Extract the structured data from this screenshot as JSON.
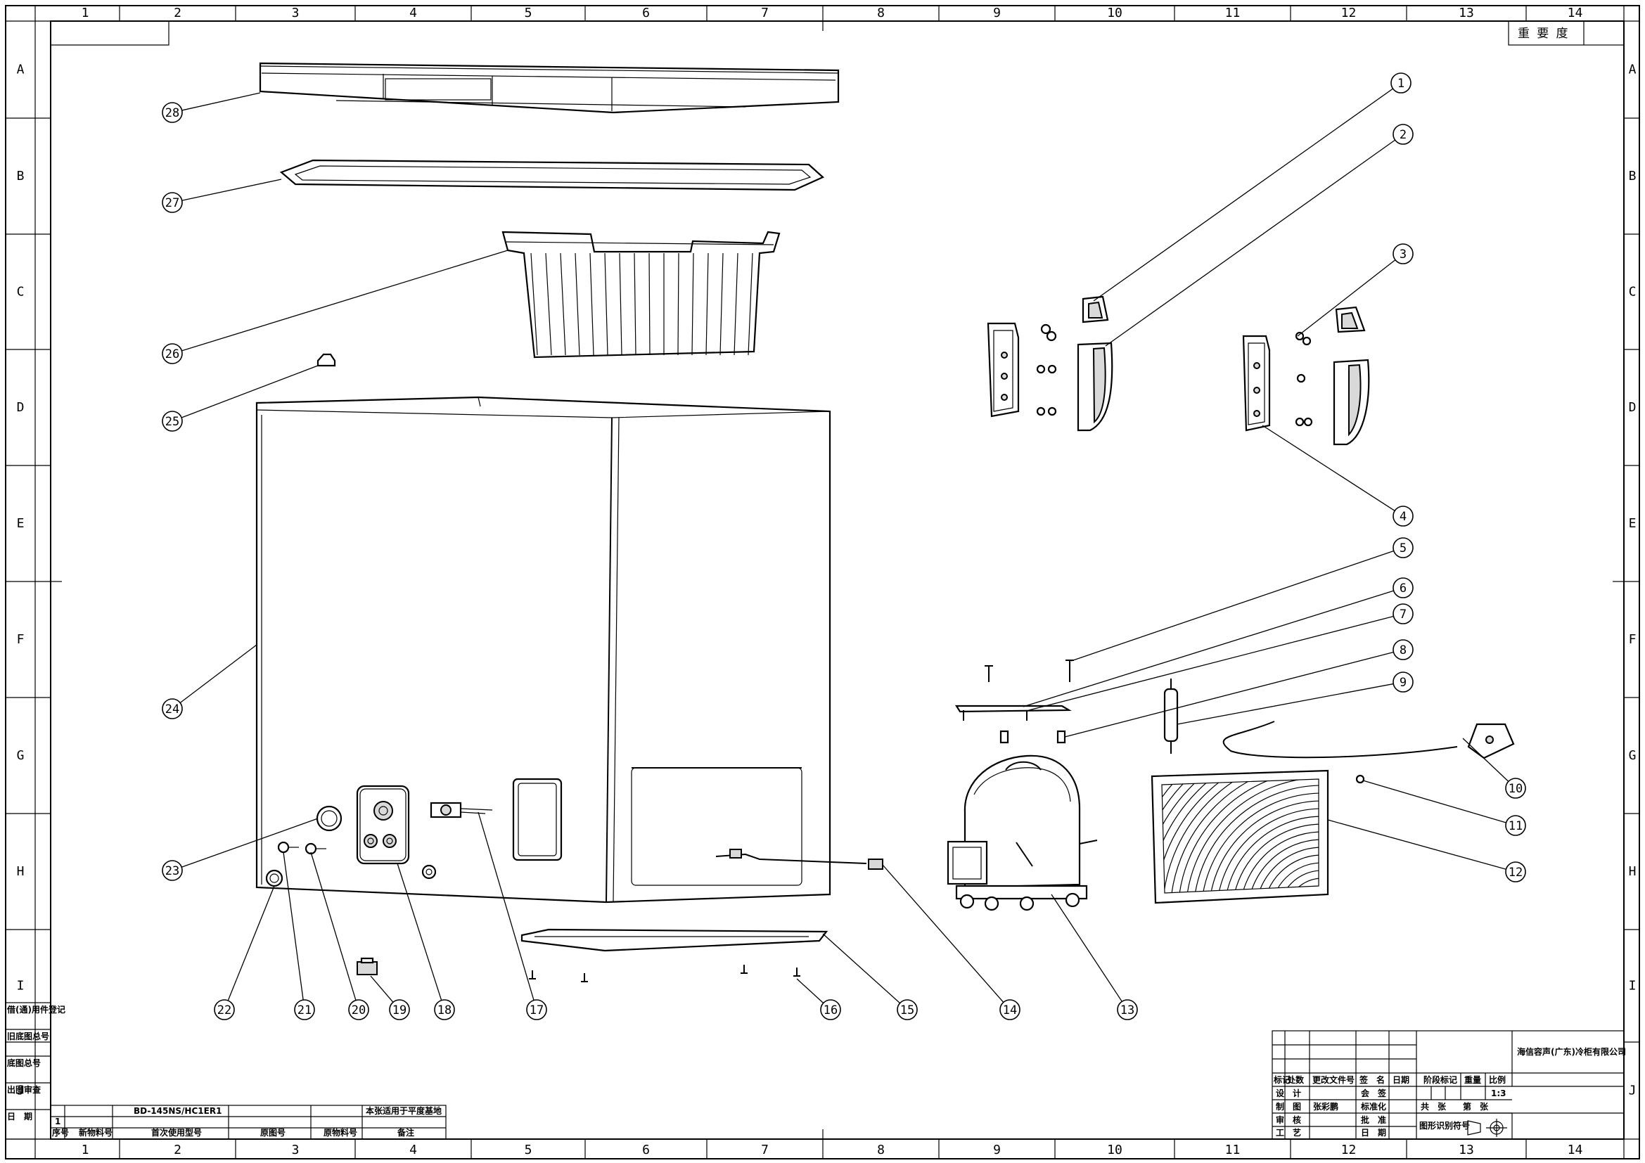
{
  "frame": {
    "columns": [
      "1",
      "2",
      "3",
      "4",
      "5",
      "6",
      "7",
      "8",
      "9",
      "10",
      "11",
      "12",
      "13",
      "14"
    ],
    "rows": [
      "A",
      "B",
      "C",
      "D",
      "E",
      "F",
      "G",
      "H",
      "I",
      "J"
    ],
    "importance_label": "重 要 度"
  },
  "balloons": [
    "1",
    "2",
    "3",
    "4",
    "5",
    "6",
    "7",
    "8",
    "9",
    "10",
    "11",
    "12",
    "13",
    "14",
    "15",
    "16",
    "17",
    "18",
    "19",
    "20",
    "21",
    "22",
    "23",
    "24",
    "25",
    "26",
    "27",
    "28"
  ],
  "left_strip": {
    "labels": [
      "借(通)用件登记",
      "旧底图总号",
      "底图总号",
      "出图审查",
      "日　期"
    ]
  },
  "revision_block": {
    "row_index": "1",
    "model": "BD-145NS/HC1ER1",
    "note": "本张适用于平度基地",
    "headers": [
      "序号",
      "新物料号",
      "首次使用型号",
      "原图号",
      "原物料号",
      "备注"
    ]
  },
  "title_block": {
    "company": "海信容声(广东)冷柜有限公司",
    "header_row": [
      "标记",
      "处数",
      "更改文件号",
      "签　名",
      "日期",
      "阶段标记",
      "重量",
      "比例"
    ],
    "scale": "1:3",
    "rows": [
      {
        "label": "设　计",
        "name": "",
        "label2": "会　签"
      },
      {
        "label": "制　图",
        "name": "张彩鹏",
        "label2": "标准化"
      },
      {
        "label": "审　核",
        "name": "",
        "label2": "批　准"
      },
      {
        "label": "工　艺",
        "name": "",
        "label2": "日　期"
      }
    ],
    "sheets_label": "共　张　　第　张",
    "symbol_label": "图形识别符号"
  }
}
